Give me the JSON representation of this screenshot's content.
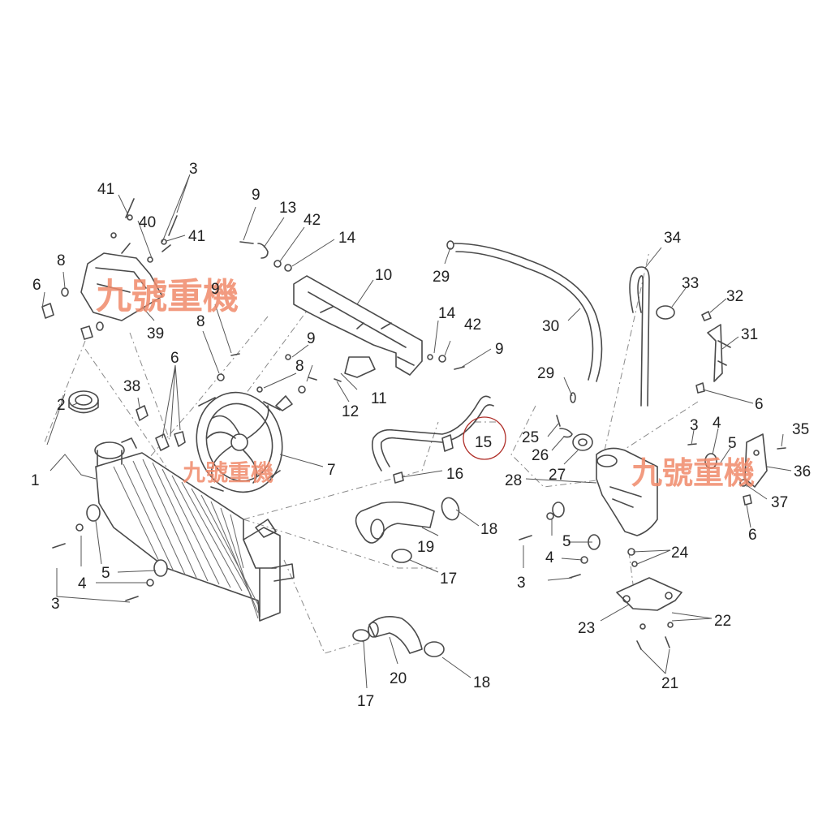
{
  "watermark_text": "九號重機",
  "highlighted_part": "15",
  "colors": {
    "line": "#4a4a4a",
    "watermark": "#f08a6a",
    "highlight": "#b0302a",
    "background": "#ffffff"
  },
  "callouts": {
    "c1": "1",
    "c2": "2",
    "c3a": "3",
    "c3b": "3",
    "c3c": "3",
    "c3d": "3",
    "c4a": "4",
    "c4b": "4",
    "c4c": "4",
    "c5a": "5",
    "c5b": "5",
    "c5c": "5",
    "c6a": "6",
    "c6b": "6",
    "c6c": "6",
    "c6d": "6",
    "c7": "7",
    "c8a": "8",
    "c8b": "8",
    "c8c": "8",
    "c9a": "9",
    "c9b": "9",
    "c9c": "9",
    "c9d": "9",
    "c10": "10",
    "c11": "11",
    "c12": "12",
    "c13": "13",
    "c14a": "14",
    "c14b": "14",
    "c15": "15",
    "c16": "16",
    "c17a": "17",
    "c17b": "17",
    "c18a": "18",
    "c18b": "18",
    "c19": "19",
    "c20": "20",
    "c21": "21",
    "c22": "22",
    "c23": "23",
    "c24": "24",
    "c25": "25",
    "c26": "26",
    "c27": "27",
    "c28": "28",
    "c29a": "29",
    "c29b": "29",
    "c30": "30",
    "c31": "31",
    "c32": "32",
    "c33": "33",
    "c34": "34",
    "c35": "35",
    "c36": "36",
    "c37": "37",
    "c38": "38",
    "c39": "39",
    "c40": "40",
    "c41a": "41",
    "c41b": "41",
    "c42a": "42",
    "c42b": "42"
  }
}
